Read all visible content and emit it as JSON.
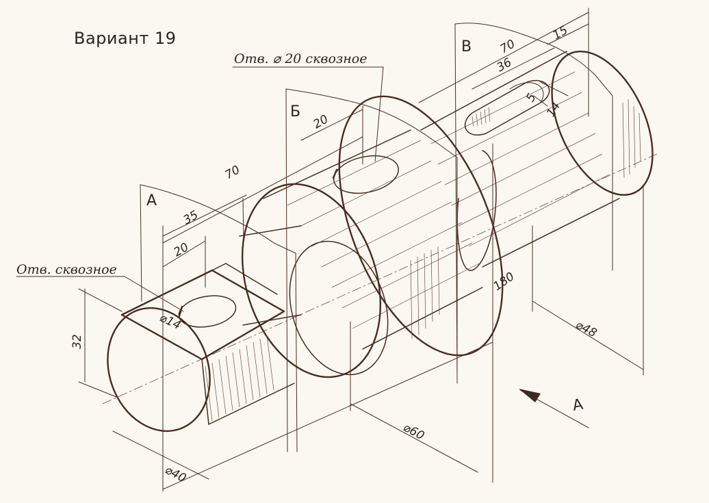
{
  "title": "Вариант 19",
  "notes": {
    "hole_through": "Отв. сквозное",
    "hole_d20_through": "Отв. ⌀ 20 сквозное"
  },
  "sections": {
    "a": "А",
    "b": "Б",
    "v": "В"
  },
  "view_arrow_label": "А",
  "dimensions": {
    "d40": "⌀40",
    "h32": "32",
    "d14_left": "⌀14",
    "len20_left": "20",
    "len35": "35",
    "len70_left": "70",
    "len20_mid": "20",
    "d60": "⌀60",
    "len180": "180",
    "d48": "⌀48",
    "len70_top": "70",
    "len36": "36",
    "len15": "15",
    "w5": "5",
    "d14_slot": "14"
  }
}
